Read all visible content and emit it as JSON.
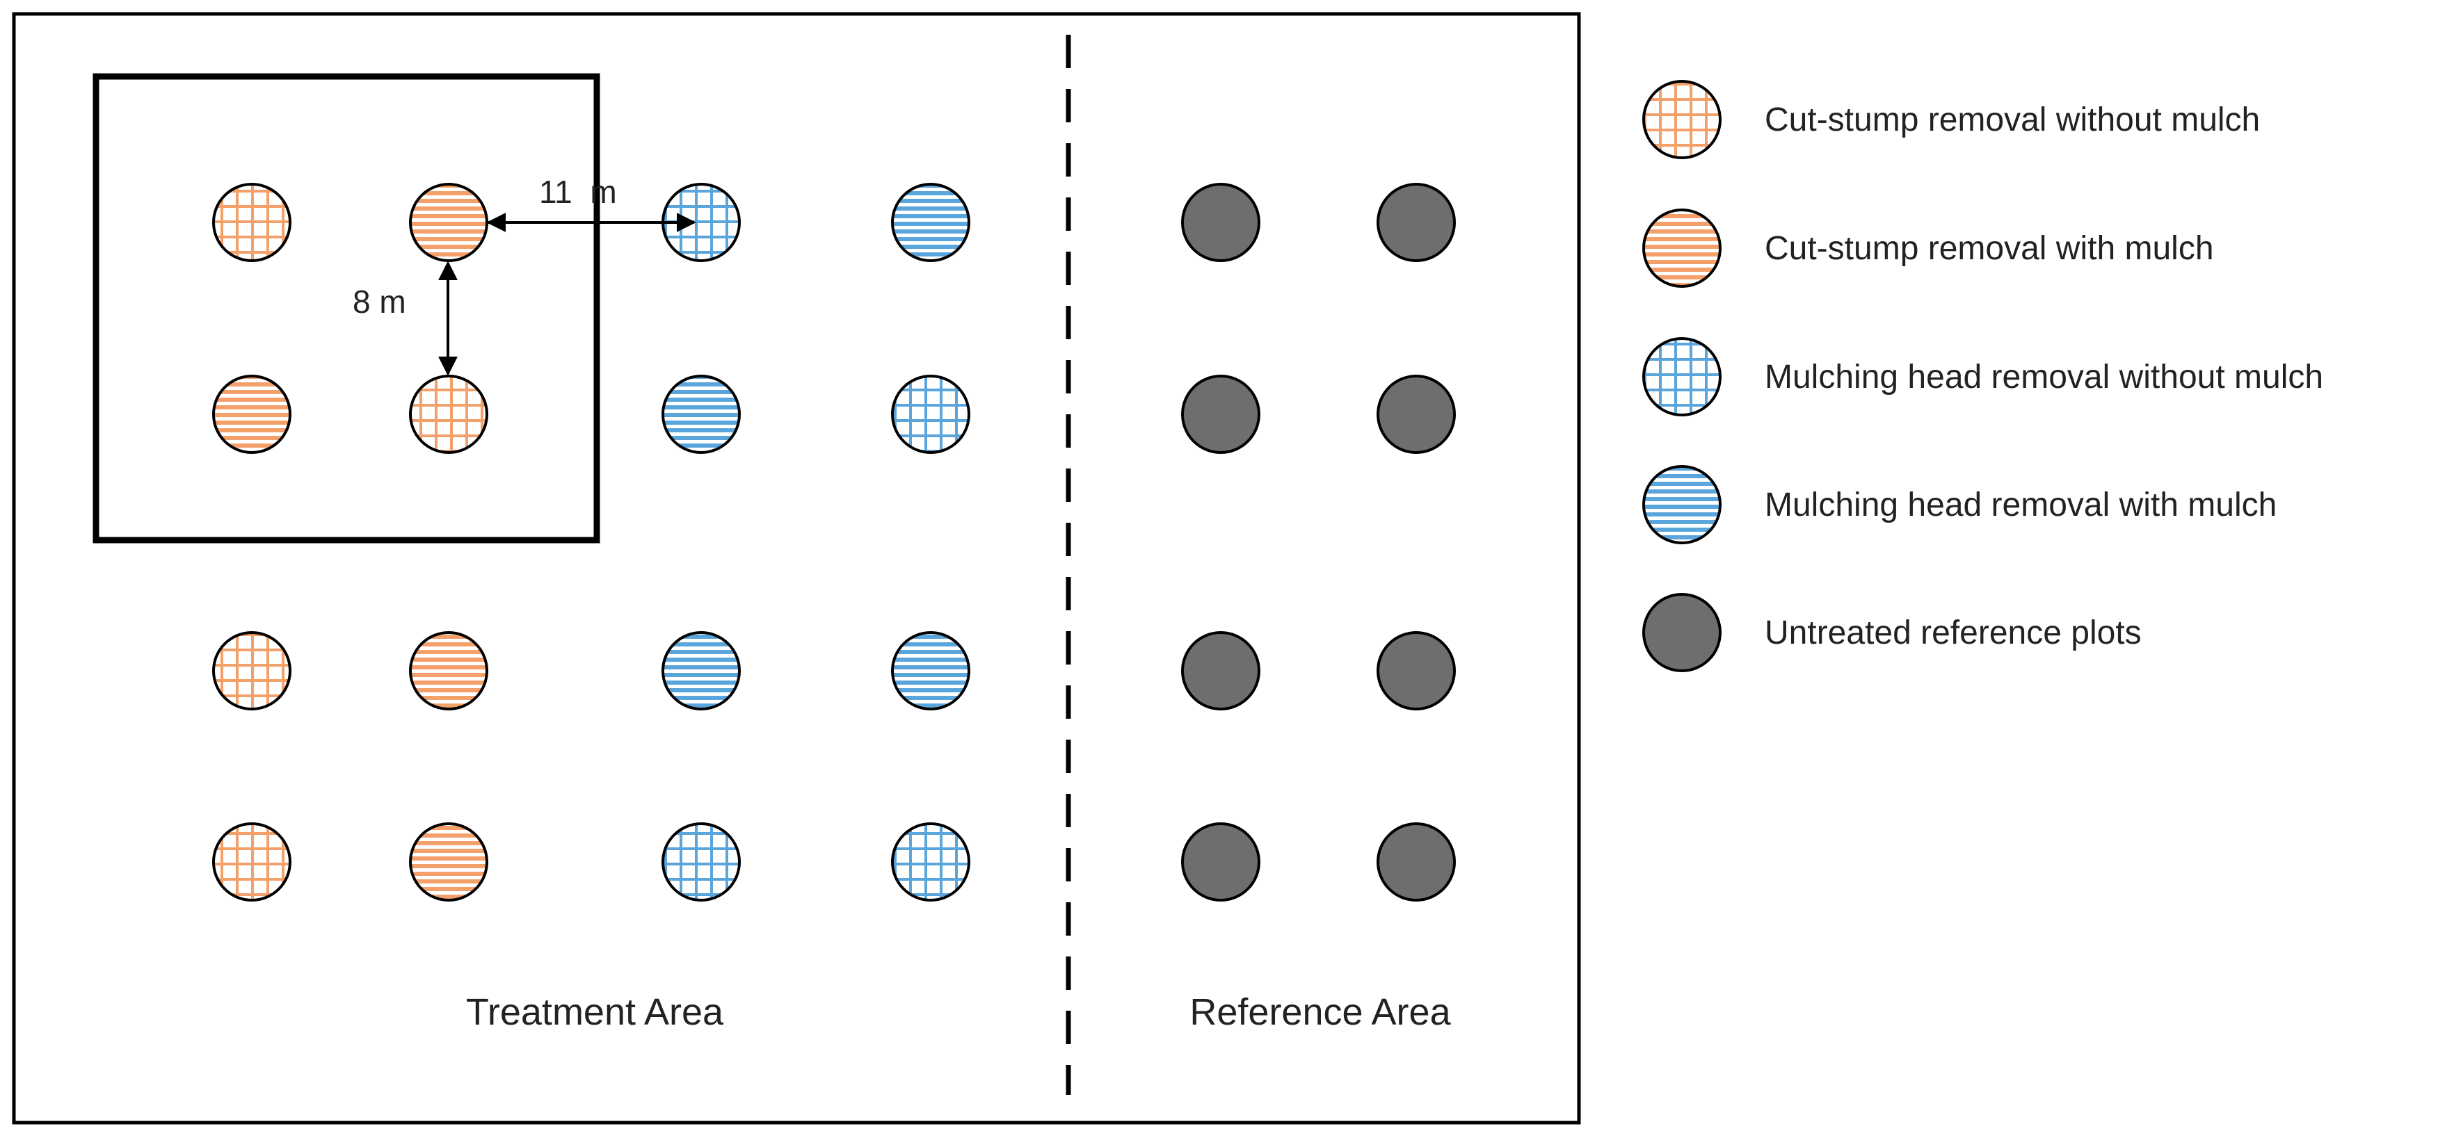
{
  "colors": {
    "orange": "#f4a06a",
    "blue": "#5aa6dc",
    "gray": "#6e6e6e",
    "outline": "#000000"
  },
  "dimensions": {
    "horizontal": "11  m",
    "vertical": "8 m"
  },
  "areas": {
    "treatment": "Treatment Area",
    "reference": "Reference Area"
  },
  "legend": [
    {
      "key": "cut-no-mulch",
      "label": "Cut-stump removal without mulch",
      "color": "orange",
      "pattern": "grid"
    },
    {
      "key": "cut-mulch",
      "label": "Cut-stump removal with mulch",
      "color": "orange",
      "pattern": "hlines"
    },
    {
      "key": "mulching-no-mulch",
      "label": "Mulching head removal without mulch",
      "color": "blue",
      "pattern": "grid"
    },
    {
      "key": "mulching-mulch",
      "label": "Mulching head removal with mulch",
      "color": "blue",
      "pattern": "hlines"
    },
    {
      "key": "untreated",
      "label": "Untreated reference plots",
      "color": "gray",
      "pattern": "solid"
    }
  ],
  "plots": [
    {
      "row": 0,
      "col": 0,
      "type": "cut-no-mulch"
    },
    {
      "row": 0,
      "col": 1,
      "type": "cut-mulch"
    },
    {
      "row": 0,
      "col": 2,
      "type": "mulching-no-mulch"
    },
    {
      "row": 0,
      "col": 3,
      "type": "mulching-mulch"
    },
    {
      "row": 0,
      "col": 4,
      "type": "untreated"
    },
    {
      "row": 0,
      "col": 5,
      "type": "untreated"
    },
    {
      "row": 1,
      "col": 0,
      "type": "cut-mulch"
    },
    {
      "row": 1,
      "col": 1,
      "type": "cut-no-mulch"
    },
    {
      "row": 1,
      "col": 2,
      "type": "mulching-mulch"
    },
    {
      "row": 1,
      "col": 3,
      "type": "mulching-no-mulch"
    },
    {
      "row": 1,
      "col": 4,
      "type": "untreated"
    },
    {
      "row": 1,
      "col": 5,
      "type": "untreated"
    },
    {
      "row": 2,
      "col": 0,
      "type": "cut-no-mulch"
    },
    {
      "row": 2,
      "col": 1,
      "type": "cut-mulch"
    },
    {
      "row": 2,
      "col": 2,
      "type": "mulching-mulch"
    },
    {
      "row": 2,
      "col": 3,
      "type": "mulching-mulch"
    },
    {
      "row": 2,
      "col": 4,
      "type": "untreated"
    },
    {
      "row": 2,
      "col": 5,
      "type": "untreated"
    },
    {
      "row": 3,
      "col": 0,
      "type": "cut-no-mulch"
    },
    {
      "row": 3,
      "col": 1,
      "type": "cut-mulch"
    },
    {
      "row": 3,
      "col": 2,
      "type": "mulching-no-mulch"
    },
    {
      "row": 3,
      "col": 3,
      "type": "mulching-no-mulch"
    },
    {
      "row": 3,
      "col": 4,
      "type": "untreated"
    },
    {
      "row": 3,
      "col": 5,
      "type": "untreated"
    }
  ]
}
